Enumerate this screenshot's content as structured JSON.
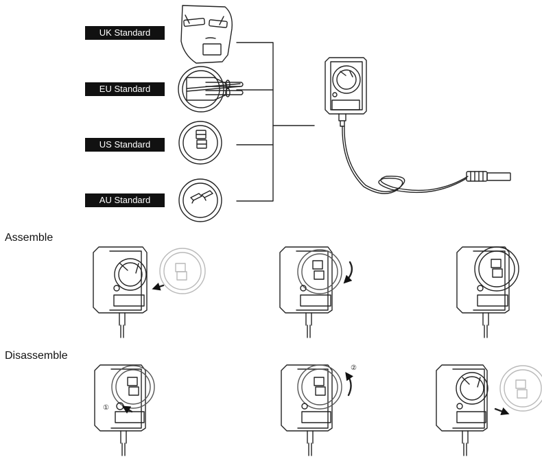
{
  "standards": [
    {
      "label": "UK Standard"
    },
    {
      "label": "EU Standard"
    },
    {
      "label": "US Standard"
    },
    {
      "label": "AU Standard"
    }
  ],
  "sections": {
    "assemble_title": "Assemble",
    "disassemble_title": "Disassemble"
  },
  "steps": {
    "step1": "①",
    "step2": "②"
  },
  "colors": {
    "label_bg": "#111111",
    "label_text": "#ffffff",
    "line": "#222222",
    "ghost": "#b9b9b9"
  },
  "icons": [
    "adapter-icon",
    "plug-uk-icon",
    "plug-eu-icon",
    "plug-us-icon",
    "plug-au-icon",
    "dc-connector-icon",
    "arrow-icon",
    "rotate-arrow-icon"
  ]
}
